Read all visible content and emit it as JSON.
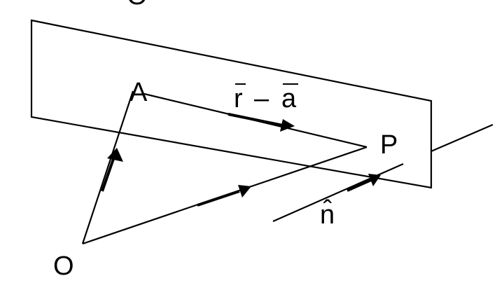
{
  "diagram": {
    "point_labels": {
      "a": "A",
      "p": "P",
      "o": "O"
    },
    "vector_label": {
      "r": "r",
      "minus": "–",
      "a": "a"
    },
    "normal_label": "n̂",
    "top_partial_label": "O"
  }
}
